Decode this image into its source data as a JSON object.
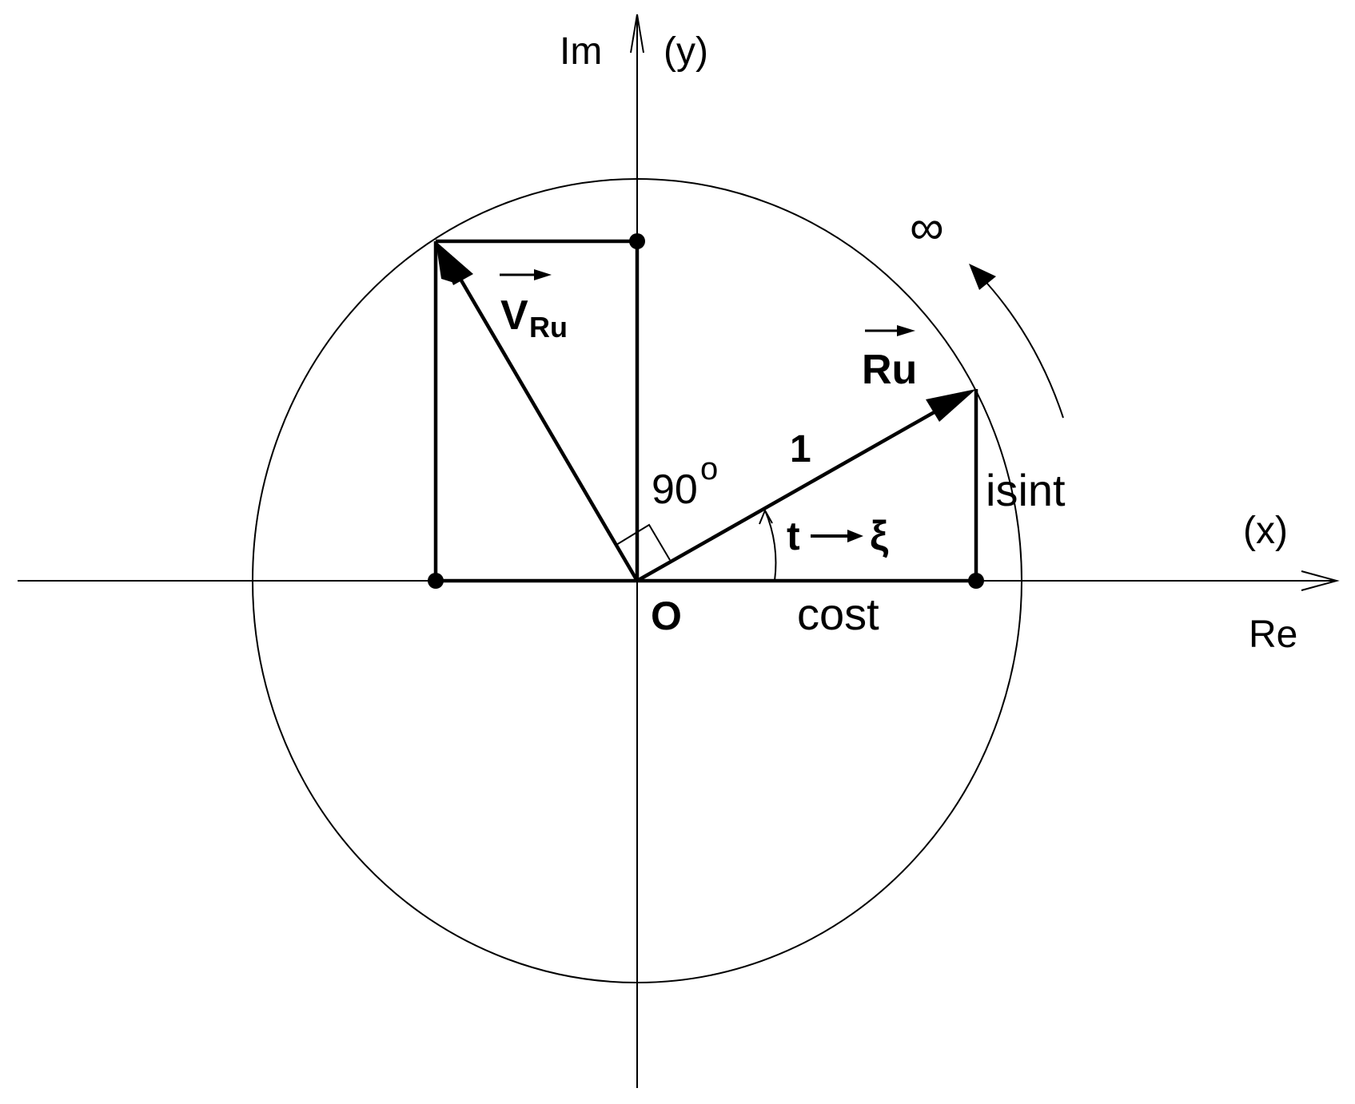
{
  "labels": {
    "im": "Im",
    "y": "(y)",
    "x": "(x)",
    "re": "Re",
    "origin": "O",
    "angle_90_num": "90",
    "angle_90_deg": "o",
    "one": "1",
    "isint": "isint",
    "cost": "cost",
    "t": "t",
    "xi": "ξ",
    "infinity": "∞",
    "v_ru_main": "V",
    "v_ru_sub": "Ru",
    "ru": "Ru"
  },
  "colors": {
    "stroke": "#000000",
    "background": "#ffffff"
  }
}
